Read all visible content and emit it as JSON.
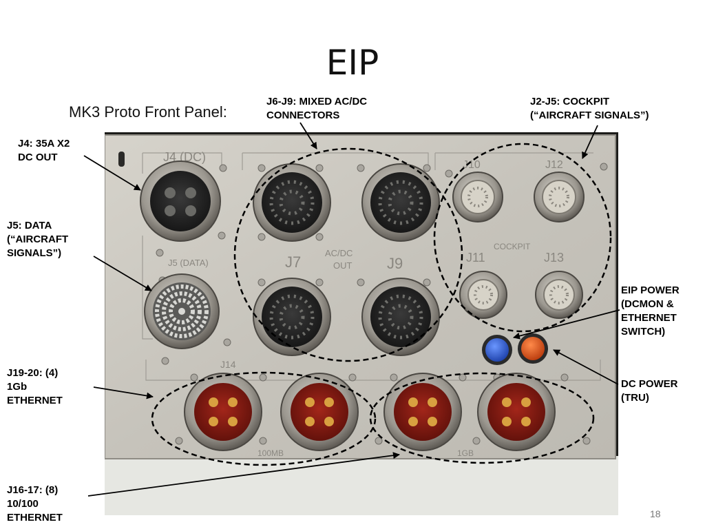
{
  "slide": {
    "title": "EIP",
    "subtitle": "MK3 Proto Front Panel:",
    "page_number": "18"
  },
  "callouts": {
    "j6_j9": [
      "J6-J9: MIXED AC/DC",
      "CONNECTORS"
    ],
    "j2_j5": [
      "J2-J5: COCKPIT",
      "(“AIRCRAFT SIGNALS”)"
    ],
    "j4": [
      "J4: 35A X2",
      "DC OUT"
    ],
    "j5": [
      "J5: DATA",
      "(“AIRCRAFT",
      "SIGNALS”)"
    ],
    "eip_power": [
      "EIP POWER",
      "(DCMON &",
      "ETHERNET",
      "SWITCH)"
    ],
    "dc_power": [
      "DC POWER",
      "(TRU)"
    ],
    "j19_20": [
      "J19-20: (4)",
      "1Gb",
      "ETHERNET"
    ],
    "j16_17": [
      "J16-17: (8)",
      "10/100",
      "ETHERNET"
    ]
  },
  "panel_markings": {
    "j4": "J4 (DC)",
    "j5": "J5 (DATA)",
    "j7": "J7",
    "j9": "J9",
    "j10": "J10",
    "j11": "J11",
    "j12": "J12",
    "j13": "J13",
    "ac_dc_out": "AC/DC",
    "ac_dc_out_2": "OUT",
    "cockpit": "COCKPIT",
    "j14": "J14",
    "mb100": "100MB",
    "gb1": "1GB"
  },
  "colors": {
    "panel": "#c9c7c0",
    "blue_button": "#2b5fd9",
    "orange_button": "#e8561a",
    "connector_red": "#8a1a12"
  }
}
